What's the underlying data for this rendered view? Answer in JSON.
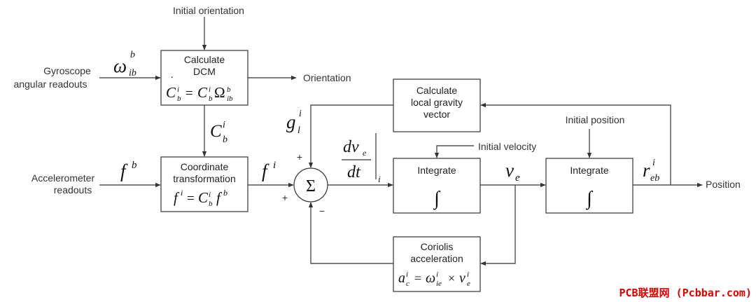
{
  "inputs": {
    "initial_orientation": "Initial orientation",
    "gyro_line1": "Gyroscope",
    "gyro_line2": "angular readouts",
    "accel_line1": "Accelerometer",
    "accel_line2": "readouts",
    "initial_velocity": "Initial velocity",
    "initial_position": "Initial position"
  },
  "outputs": {
    "orientation": "Orientation",
    "position": "Position"
  },
  "blocks": {
    "dcm": {
      "line1": "Calculate",
      "line2": "DCM"
    },
    "transform": {
      "line1": "Coordinate",
      "line2": "transformation"
    },
    "gravity": {
      "line1": "Calculate",
      "line2": "local gravity",
      "line3": "vector"
    },
    "integrate_v": {
      "label": "Integrate",
      "symbol": "∫"
    },
    "integrate_p": {
      "label": "Integrate",
      "symbol": "∫"
    },
    "coriolis": {
      "line1": "Coriolis",
      "line2": "acceleration"
    }
  },
  "summer": {
    "symbol": "Σ",
    "sign_top": "+",
    "sign_left": "+",
    "sign_bottom": "−"
  },
  "watermark": "PCB联盟网 (Pcbbar.com)"
}
